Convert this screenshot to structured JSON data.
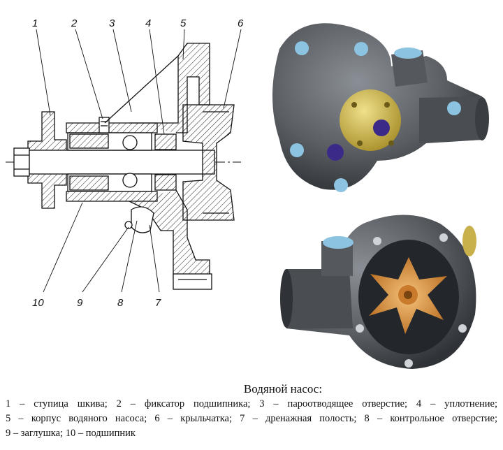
{
  "callouts_top": [
    "1",
    "2",
    "3",
    "4",
    "5",
    "6"
  ],
  "callouts_bottom": [
    "10",
    "9",
    "8",
    "7"
  ],
  "caption": {
    "title": "Водяной насос:",
    "lines": [
      "1 – ступица шкива; 2 – фиксатор подшипника; 3 – пароотводящее отверстие; 4 – уплотнение;",
      "5 – корпус водяного насоса; 6 – крыльчатка; 7 – дренажная полость; 8 – контрольное отверстие;",
      "9 – заглушка; 10 – подшипник"
    ]
  },
  "colors": {
    "housing": "#5a5e63",
    "housing_dark": "#2f3236",
    "boss_blue": "#8cc3e0",
    "hub_gold": "#c8b04a",
    "impeller_orange": "#d9903a",
    "shaft_purple": "#3b2a88"
  }
}
